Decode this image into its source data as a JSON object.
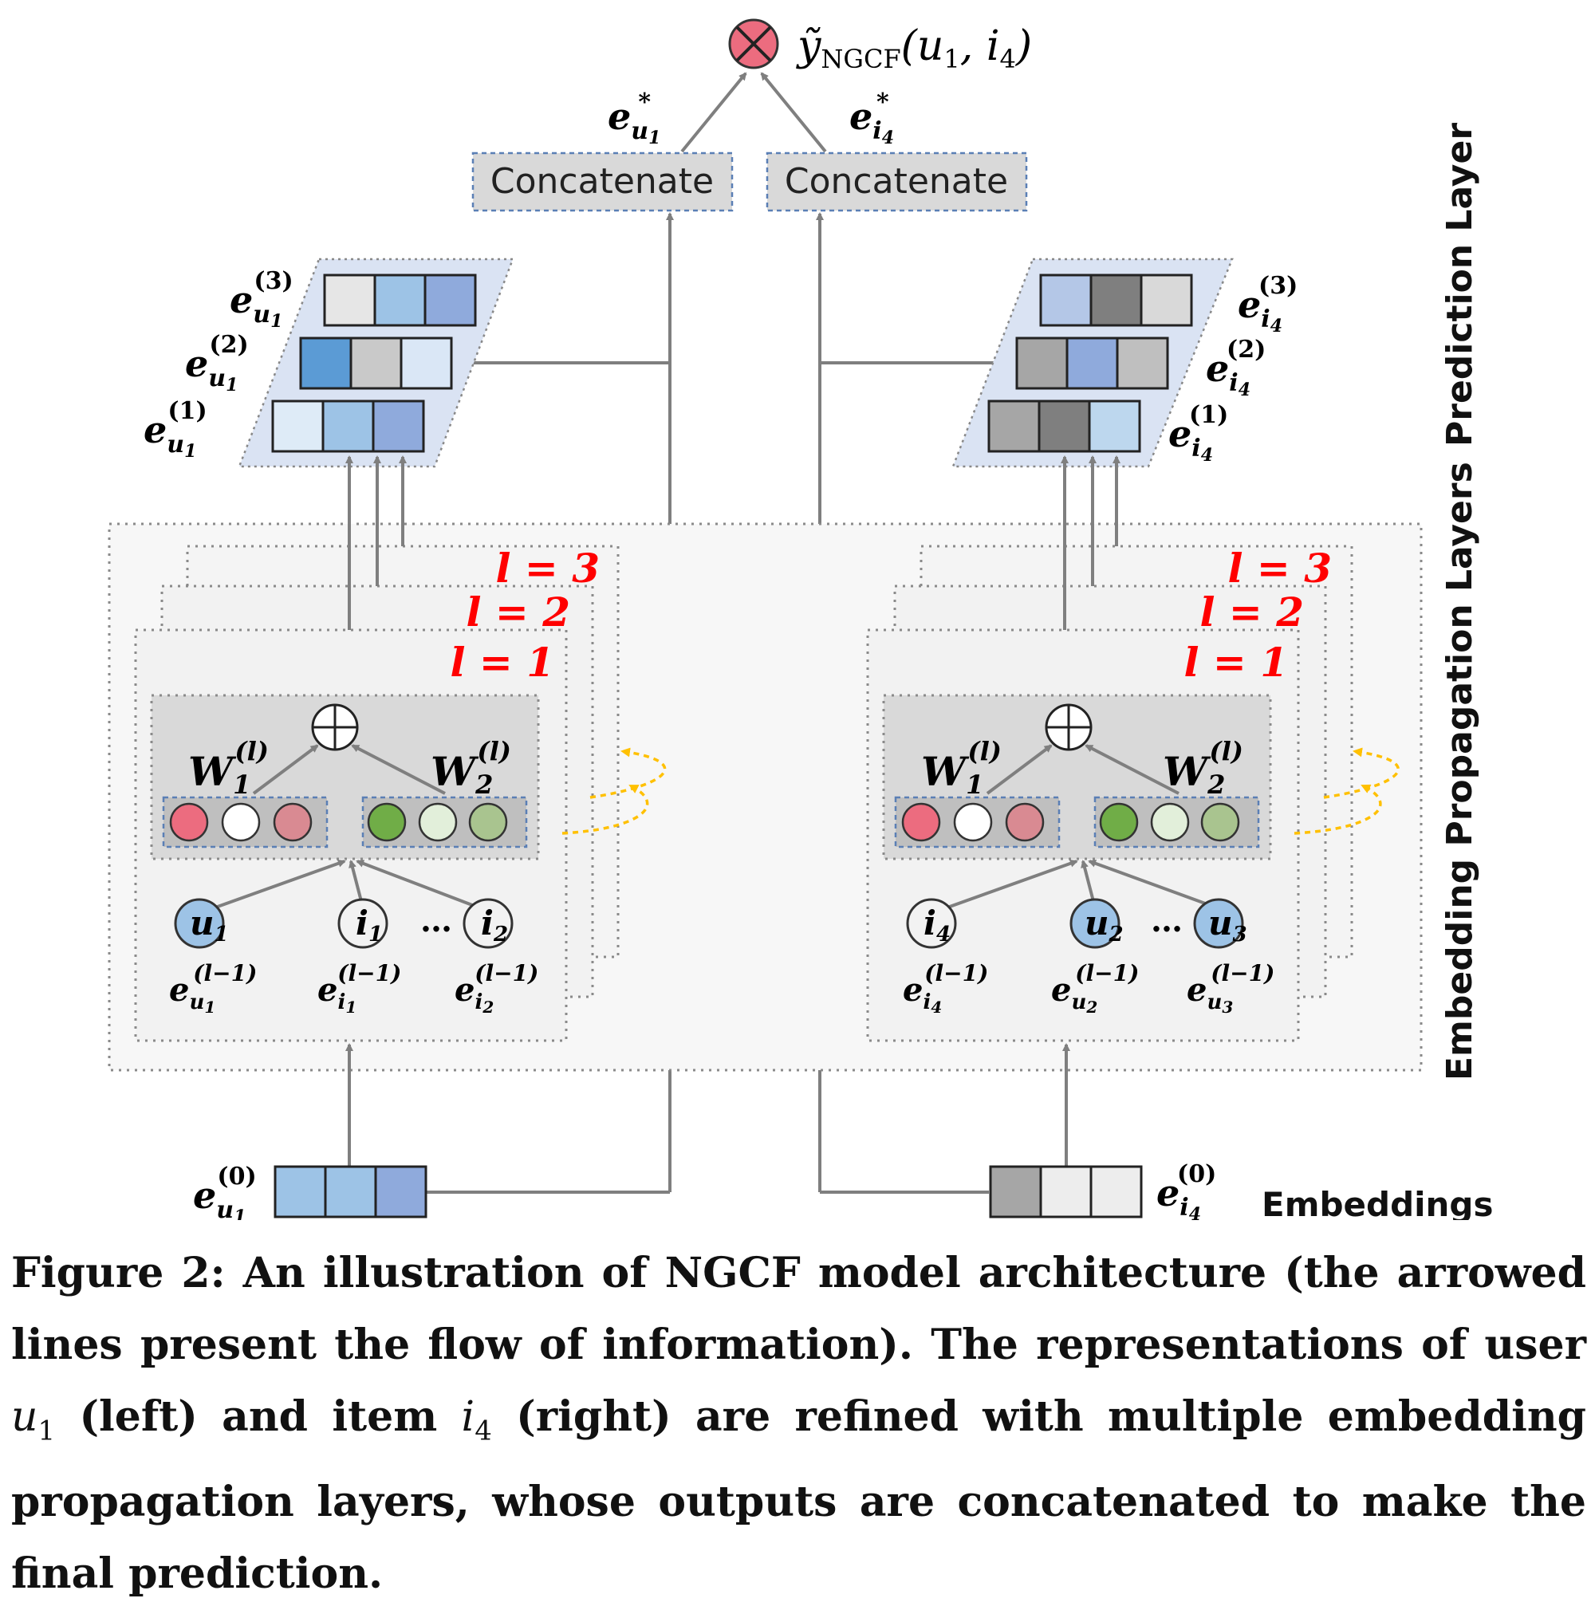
{
  "diagram": {
    "output": {
      "symbol": "⊗",
      "label_pre": "ỹ",
      "label_sub": "NGCF",
      "label_args": "(u",
      "arg1_sub": "1",
      "arg_sep": ", i",
      "arg2_sub": "4",
      "label_close": ")"
    },
    "concat": {
      "left_label": "Concatenate",
      "right_label": "Concatenate",
      "left_out": {
        "base": "e",
        "sub": "u",
        "subsub": "1",
        "sup": "*"
      },
      "right_out": {
        "base": "e",
        "sub": "i",
        "subsub": "4",
        "sup": "*"
      }
    },
    "side_labels": {
      "prediction": "Prediction Layer",
      "propagation": "Embedding Propagation Layers",
      "embeddings": "Embeddings"
    },
    "user_side": {
      "layer_outputs": [
        {
          "base": "e",
          "sub": "u",
          "subsub": "1",
          "sup": "(3)",
          "cells": [
            "#e6e6e6",
            "#9dc3e6",
            "#8faadc"
          ]
        },
        {
          "base": "e",
          "sub": "u",
          "subsub": "1",
          "sup": "(2)",
          "cells": [
            "#5b9bd5",
            "#c9c9c9",
            "#dae7f6"
          ]
        },
        {
          "base": "e",
          "sub": "u",
          "subsub": "1",
          "sup": "(1)",
          "cells": [
            "#deebf7",
            "#9dc3e6",
            "#8faadc"
          ]
        }
      ],
      "layers": [
        "l = 3",
        "l = 2",
        "l = 1"
      ],
      "w1": {
        "base": "W",
        "sub": "1",
        "sup": "(l)"
      },
      "w2": {
        "base": "W",
        "sub": "2",
        "sup": "(l)"
      },
      "sum_symbol": "⊕",
      "left_circles": [
        "#ec6c7f",
        "#ffffff",
        "#d98a92"
      ],
      "right_circles": [
        "#70ad47",
        "#e2efda",
        "#a9c48f"
      ],
      "nodes": [
        {
          "base": "u",
          "sub": "1",
          "fill": "#9dc3e6"
        },
        {
          "base": "i",
          "sub": "1",
          "fill": "#f2f2f2"
        },
        {
          "base": "i",
          "sub": "2",
          "fill": "#f2f2f2"
        }
      ],
      "ellipsis": "…",
      "node_labels": [
        {
          "base": "e",
          "sub": "u",
          "subsub": "1",
          "sup": "(l−1)"
        },
        {
          "base": "e",
          "sub": "i",
          "subsub": "1",
          "sup": "(l−1)"
        },
        {
          "base": "e",
          "sub": "i",
          "subsub": "2",
          "sup": "(l−1)"
        }
      ],
      "embedding": {
        "base": "e",
        "sub": "u",
        "subsub": "1",
        "sup": "(0)",
        "cells": [
          "#9dc3e6",
          "#9dc3e6",
          "#8faadc"
        ]
      }
    },
    "item_side": {
      "layer_outputs": [
        {
          "base": "e",
          "sub": "i",
          "subsub": "4",
          "sup": "(3)",
          "cells": [
            "#b4c7e7",
            "#7f7f7f",
            "#d9d9d9"
          ]
        },
        {
          "base": "e",
          "sub": "i",
          "subsub": "4",
          "sup": "(2)",
          "cells": [
            "#a6a6a6",
            "#8faadc",
            "#bfbfbf"
          ]
        },
        {
          "base": "e",
          "sub": "i",
          "subsub": "4",
          "sup": "(1)",
          "cells": [
            "#a6a6a6",
            "#7f7f7f",
            "#bdd7ee"
          ]
        }
      ],
      "layers": [
        "l = 3",
        "l = 2",
        "l = 1"
      ],
      "w1": {
        "base": "W",
        "sub": "1",
        "sup": "(l)"
      },
      "w2": {
        "base": "W",
        "sub": "2",
        "sup": "(l)"
      },
      "sum_symbol": "⊕",
      "left_circles": [
        "#ec6c7f",
        "#ffffff",
        "#d98a92"
      ],
      "right_circles": [
        "#70ad47",
        "#e2efda",
        "#a9c48f"
      ],
      "nodes": [
        {
          "base": "i",
          "sub": "4",
          "fill": "#f2f2f2"
        },
        {
          "base": "u",
          "sub": "2",
          "fill": "#9dc3e6"
        },
        {
          "base": "u",
          "sub": "3",
          "fill": "#9dc3e6"
        }
      ],
      "ellipsis": "…",
      "node_labels": [
        {
          "base": "e",
          "sub": "i",
          "subsub": "4",
          "sup": "(l−1)"
        },
        {
          "base": "e",
          "sub": "u",
          "subsub": "2",
          "sup": "(l−1)"
        },
        {
          "base": "e",
          "sub": "u",
          "subsub": "3",
          "sup": "(l−1)"
        }
      ],
      "embedding": {
        "base": "e",
        "sub": "i",
        "subsub": "4",
        "sup": "(0)",
        "cells": [
          "#a6a6a6",
          "#ededed",
          "#ededed"
        ]
      }
    },
    "colors": {
      "line": "#7f7f7f",
      "layer_red": "#ff0000",
      "loop_arrow": "#ffc000",
      "concat_fill": "#d9d9d9",
      "output_fill": "#ec6c7f"
    }
  },
  "caption": {
    "p1": "Figure 2: An illustration of NGCF model architecture (the arrowed lines present the flow of information). The representations of user ",
    "var1": "u",
    "var1_sub": "1",
    "p2": " (left) and item ",
    "var2": "i",
    "var2_sub": "4",
    "p3": " (right) are refined with multiple embedding propagation layers, whose outputs are concatenated to make the final prediction."
  }
}
